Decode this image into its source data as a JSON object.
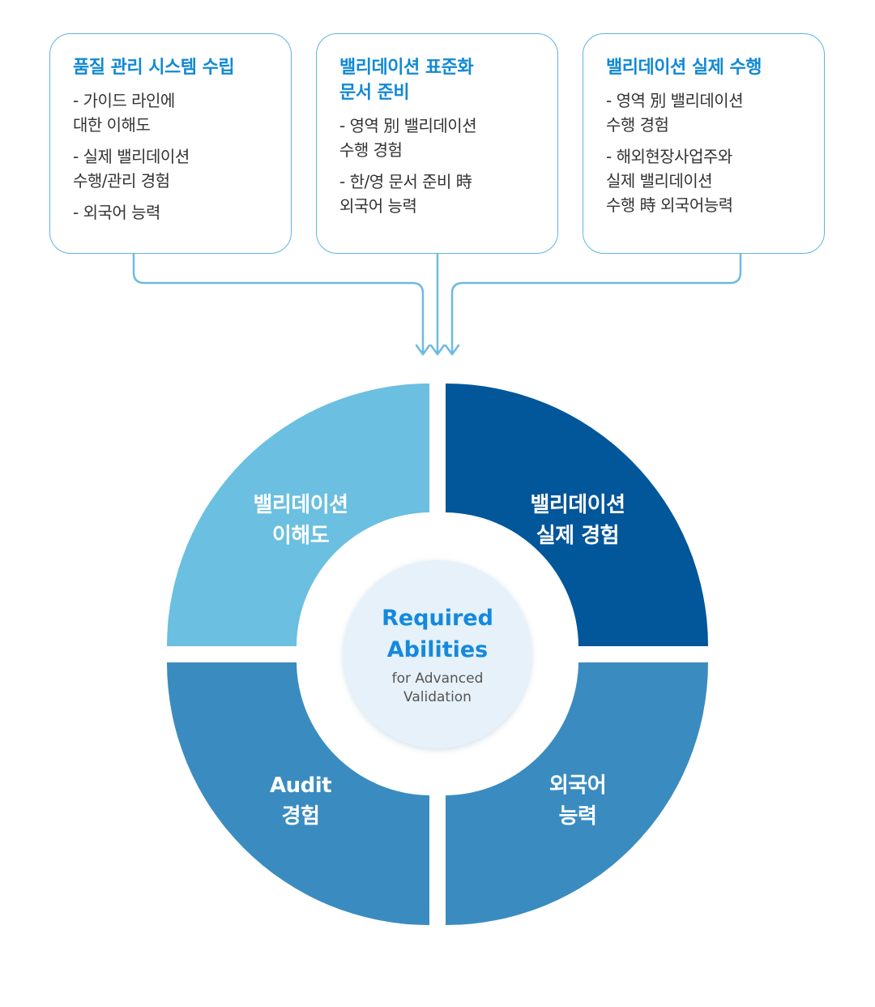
{
  "boxes": [
    {
      "title": "품질 관리 시스템 수립",
      "items": [
        "- 가이드 라인에\n  대한 이해도",
        "- 실제 밸리데이션\n  수행/관리 경험",
        "- 외국어 능력"
      ]
    },
    {
      "title": "밸리데이션 표준화\n문서 준비",
      "items": [
        "- 영역 別 밸리데이션\n  수행 경험",
        "- 한/영 문서 준비 時\n  외국어 능력"
      ]
    },
    {
      "title": "밸리데이션 실제 수행",
      "items": [
        "- 영역 別 밸리데이션\n  수행 경험",
        "- 해외현장사업주와\n  실제 밸리데이션\n  수행 時 외국어능력"
      ]
    }
  ],
  "quadrants": {
    "top_left": "밸리데이션\n이해도",
    "top_right": "밸리데이션\n실제 경험",
    "bottom_left": "Audit\n경험",
    "bottom_right": "외국어\n능력"
  },
  "center": {
    "title": "Required\nAbilities",
    "subtitle": "for Advanced\nValidation"
  },
  "colors": {
    "box_border": "#5fb5dc",
    "title_blue": "#1189d4",
    "arrow": "#6dbbe1",
    "quadrant_top_left": "#6bbfe0",
    "quadrant_top_right": "#02569a",
    "quadrant_bottom": "#3a8cc0",
    "center_circle": "#e6f1fa"
  }
}
